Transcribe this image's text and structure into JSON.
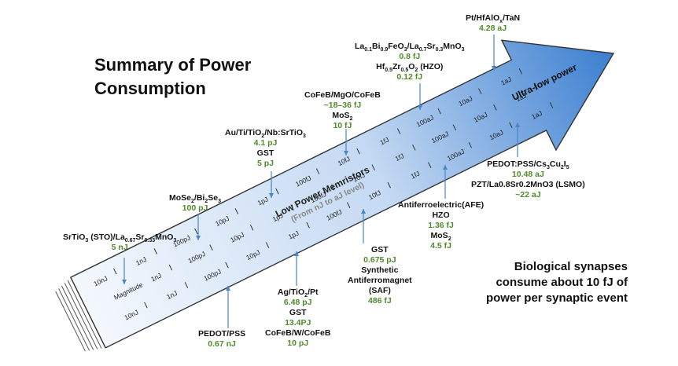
{
  "title_lines": [
    "Summary of Power",
    "Consumption"
  ],
  "note_lines": [
    "Biological synapses",
    "consume about 10 fJ of",
    "power per synaptic event"
  ],
  "arrow": {
    "center_text": "Low Power Memristors",
    "center_sub": "(From nJ to aJ level)",
    "tip_text": "Ultra-low power",
    "tail_text": "Magnitude",
    "colors": {
      "light": "#f4f8fd",
      "dark": "#3b7fd0",
      "outline": "#333333"
    }
  },
  "scale_top": [
    "10nJ",
    "1nJ",
    "100pJ",
    "10pJ",
    "1pJ",
    "100fJ",
    "10fJ",
    "1fJ",
    "100aJ",
    "10aJ",
    "1aJ"
  ],
  "scale_mid": [
    "Magnitude",
    "1nJ",
    "100pJ",
    "10pJ",
    "1pJ",
    "100fJ",
    "10fJ",
    "1fJ",
    "100aJ",
    "10aJ",
    "1aJ"
  ],
  "scale_bottom": [
    "10nJ",
    "1nJ",
    "100pJ",
    "10pJ",
    "1pJ",
    "100fJ",
    "10fJ",
    "1fJ",
    "100aJ",
    "10aJ",
    "1aJ"
  ],
  "labels_top": [
    {
      "lines": [
        {
          "t": "SrTiO",
          "s": "3"
        },
        {
          "t": " (STO)/La"
        },
        {
          "t": "",
          "s": "0.67"
        },
        {
          "t": "Sr"
        },
        {
          "t": "",
          "s": "0.33"
        },
        {
          "t": "MnO"
        },
        {
          "t": "",
          "s": "3"
        }
      ],
      "value": "5 nJ"
    },
    {
      "material": "MoSe2/Bi2Se3",
      "value": "100 pJ"
    },
    {
      "material": "Au/Ti/TiO2/Nb:SrTiO3",
      "value": "4.1 pJ",
      "material2": "GST",
      "value2": "5 pJ"
    },
    {
      "material": "CoFeB/MgO/CoFeB",
      "value": "~18–36 fJ",
      "material2": "MoS2",
      "value2": "10 fJ"
    },
    {
      "material": "La0.1Bi0.9FeO3/La0.7Sr0.3MnO3",
      "value": "0.8 fJ",
      "material2": "Hf0.5Zr0.5O2 (HZO)",
      "value2": "0.12 fJ"
    },
    {
      "material": "Pt/HfAlOx/TaN",
      "value": "4.28 aJ"
    }
  ],
  "labels_bottom": [
    {
      "material": "PEDOT/PSS",
      "value": "0.67 nJ"
    },
    {
      "material": "Ag/TiO2/Pt",
      "value": "6.48 pJ",
      "material2": "GST",
      "value2": "13.4PJ",
      "material3": "CoFeB/W/CoFeB",
      "value3": "10 pJ"
    },
    {
      "material": "GST",
      "value": "0.675 pJ",
      "material2": "Synthetic",
      "material2b": "Antiferromagnet",
      "material2c": "(SAF)",
      "value2": "486 fJ"
    },
    {
      "material": "Antiferroelectric(AFE)",
      "material2": "HZO",
      "value2": "1.36 fJ",
      "material3": "MoS2",
      "value3": "4.5 fJ"
    },
    {
      "material": "PEDOT:PSS/Cs3Cu2I5",
      "value": "10.48 aJ",
      "material2": "PZT/La0.8Sr0.2MnO3 (LSMO)",
      "value2": "~22 aJ"
    }
  ]
}
